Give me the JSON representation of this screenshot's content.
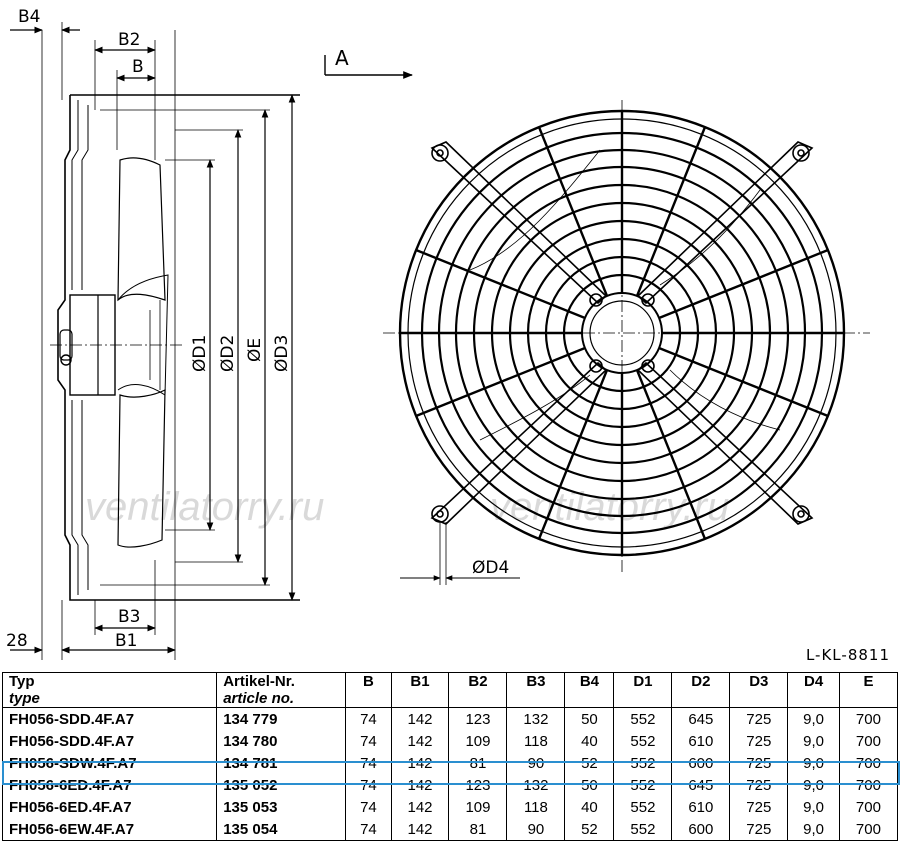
{
  "labels": {
    "B4": "B4",
    "B2": "B2",
    "B": "B",
    "B3": "B3",
    "B1": "B1",
    "D1": "ØD1",
    "D2": "ØD2",
    "E": "ØE",
    "D3": "ØD3",
    "D4": "ØD4",
    "view": "A",
    "offset": "28",
    "drawing_code": "L-KL-8811"
  },
  "watermark": "ventilatorry.ru",
  "highlight_color": "#2a8fd0",
  "table": {
    "headers": [
      {
        "main": "Typ",
        "sub": "type"
      },
      {
        "main": "Artikel-Nr.",
        "sub": "article no."
      },
      {
        "main": "B"
      },
      {
        "main": "B1"
      },
      {
        "main": "B2"
      },
      {
        "main": "B3"
      },
      {
        "main": "B4"
      },
      {
        "main": "D1"
      },
      {
        "main": "D2"
      },
      {
        "main": "D3"
      },
      {
        "main": "D4"
      },
      {
        "main": "E"
      }
    ],
    "rows": [
      [
        "FH056-SDD.4F.A7",
        "134 779",
        "74",
        "142",
        "123",
        "132",
        "50",
        "552",
        "645",
        "725",
        "9,0",
        "700"
      ],
      [
        "FH056-SDD.4F.A7",
        "134 780",
        "74",
        "142",
        "109",
        "118",
        "40",
        "552",
        "610",
        "725",
        "9,0",
        "700"
      ],
      [
        "FH056-SDW.4F.A7",
        "134 781",
        "74",
        "142",
        "81",
        "90",
        "52",
        "552",
        "600",
        "725",
        "9,0",
        "700"
      ],
      [
        "FH056-6ED.4F.A7",
        "135 052",
        "74",
        "142",
        "123",
        "132",
        "50",
        "552",
        "645",
        "725",
        "9,0",
        "700"
      ],
      [
        "FH056-6ED.4F.A7",
        "135 053",
        "74",
        "142",
        "109",
        "118",
        "40",
        "552",
        "610",
        "725",
        "9,0",
        "700"
      ],
      [
        "FH056-6EW.4F.A7",
        "135 054",
        "74",
        "142",
        "81",
        "90",
        "52",
        "552",
        "600",
        "725",
        "9,0",
        "700"
      ]
    ],
    "highlighted_row": 2
  }
}
